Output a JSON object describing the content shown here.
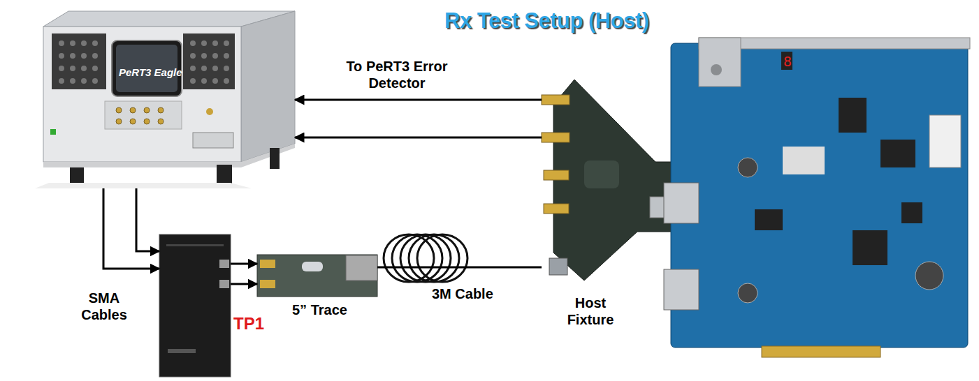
{
  "diagram": {
    "title": "Rx Test Setup (Host)",
    "nodes": [
      {
        "text": [
          "PeRT3 Eagle"
        ]
      },
      {
        "text": [
          "TP1"
        ]
      },
      {
        "text": [
          "5” Trace"
        ]
      },
      {
        "text": [
          "Host Fixture"
        ]
      }
    ],
    "edges": [
      {
        "from": 3,
        "to": 0,
        "arrow": "to",
        "label": "To PeRT3 Error Detector"
      },
      {
        "from": 3,
        "to": 0,
        "arrow": "to"
      },
      {
        "from": 0,
        "to": 1,
        "arrow": "to",
        "label": "SMA Cables"
      },
      {
        "from": 0,
        "to": 1,
        "arrow": "to"
      },
      {
        "from": 1,
        "to": 2,
        "arrow": "to"
      },
      {
        "from": 1,
        "to": 2,
        "arrow": "to"
      },
      {
        "from": 2,
        "to": 3,
        "arrow": "none",
        "label": "3M Cable"
      }
    ]
  }
}
